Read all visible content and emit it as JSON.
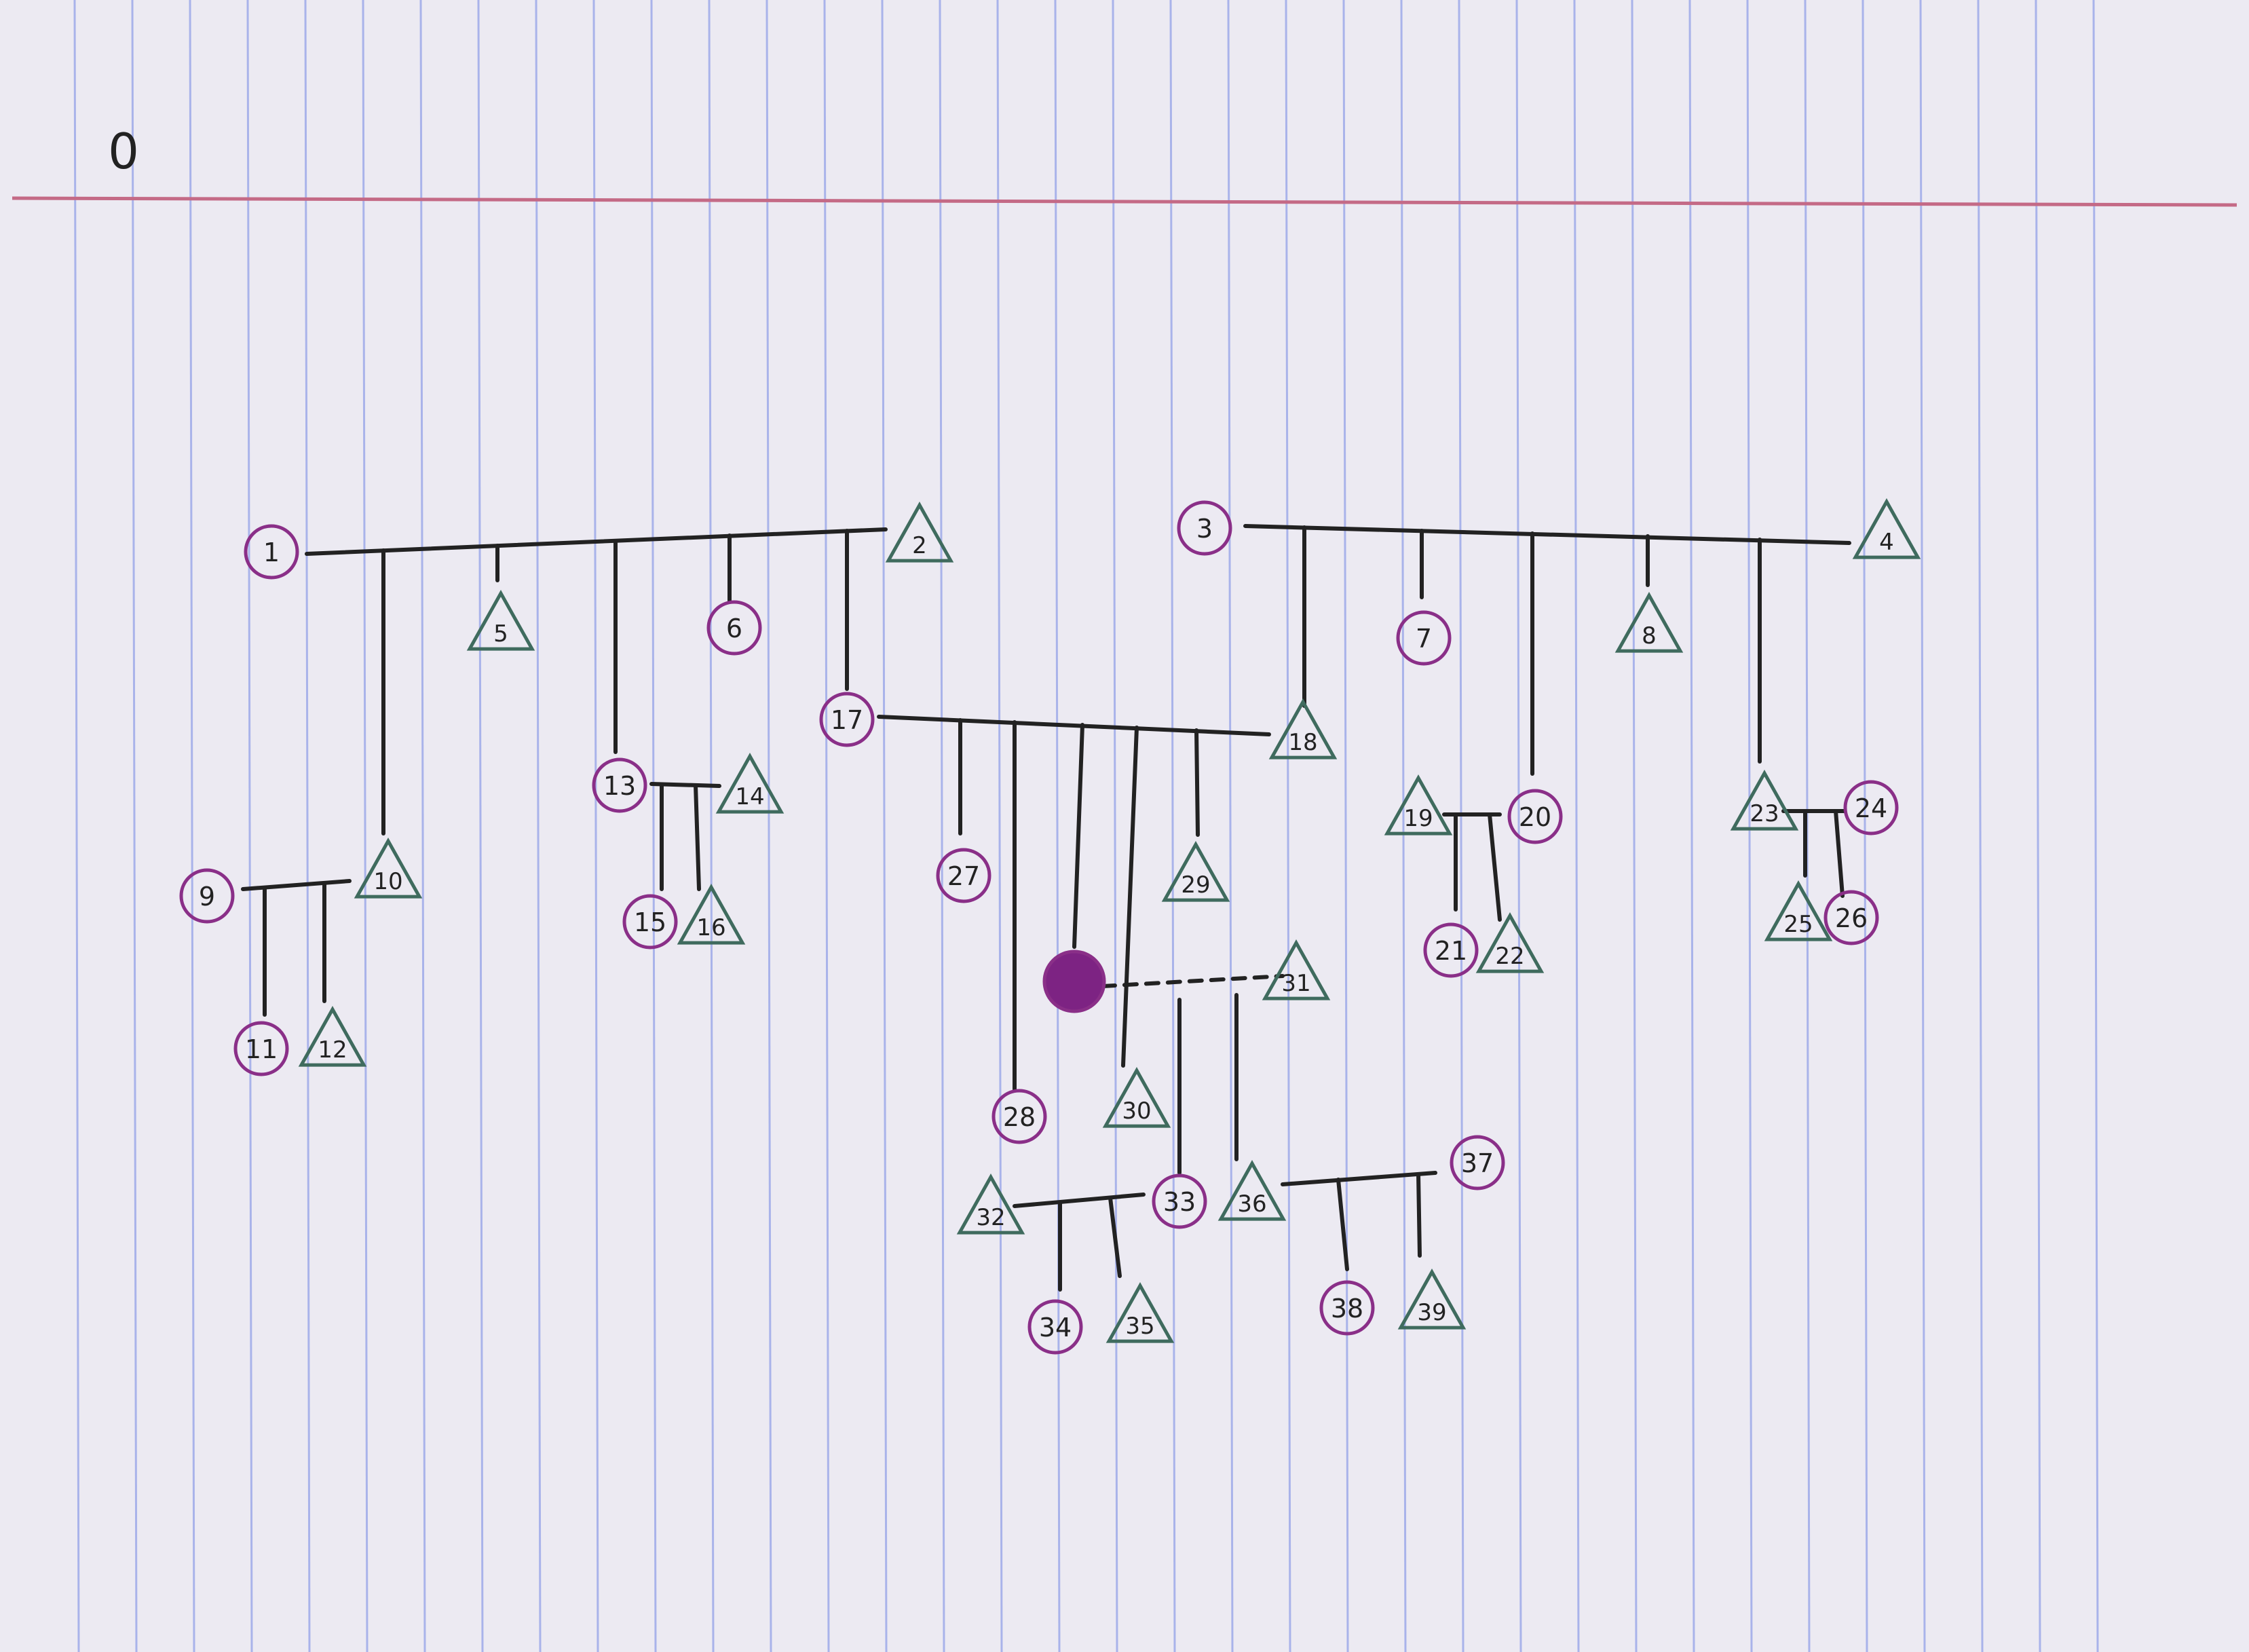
{
  "page": {
    "corner_mark": "0",
    "paper_color": "#eceaf2",
    "rule_line_color": "#a9b3ea",
    "margin_line_color": "#c46a86"
  },
  "legend_colors": {
    "female_stroke": "#8a2f88",
    "male_stroke": "#3f6b5e",
    "line_color": "#222222",
    "filled_color": "#7d2383"
  },
  "pedigree": {
    "individuals": [
      {
        "id": "1",
        "shape": "circle"
      },
      {
        "id": "2",
        "shape": "triangle"
      },
      {
        "id": "3",
        "shape": "circle"
      },
      {
        "id": "4",
        "shape": "triangle"
      },
      {
        "id": "5",
        "shape": "triangle"
      },
      {
        "id": "6",
        "shape": "circle"
      },
      {
        "id": "7",
        "shape": "circle"
      },
      {
        "id": "8",
        "shape": "triangle"
      },
      {
        "id": "9",
        "shape": "circle"
      },
      {
        "id": "10",
        "shape": "triangle"
      },
      {
        "id": "11",
        "shape": "circle"
      },
      {
        "id": "12",
        "shape": "triangle"
      },
      {
        "id": "13",
        "shape": "circle"
      },
      {
        "id": "14",
        "shape": "triangle"
      },
      {
        "id": "15",
        "shape": "circle"
      },
      {
        "id": "16",
        "shape": "triangle"
      },
      {
        "id": "17",
        "shape": "circle"
      },
      {
        "id": "18",
        "shape": "triangle"
      },
      {
        "id": "19",
        "shape": "triangle"
      },
      {
        "id": "20",
        "shape": "circle"
      },
      {
        "id": "21",
        "shape": "circle"
      },
      {
        "id": "22",
        "shape": "triangle"
      },
      {
        "id": "23",
        "shape": "triangle"
      },
      {
        "id": "24",
        "shape": "circle"
      },
      {
        "id": "25",
        "shape": "triangle"
      },
      {
        "id": "26",
        "shape": "circle"
      },
      {
        "id": "27",
        "shape": "circle"
      },
      {
        "id": "28",
        "shape": "circle"
      },
      {
        "id": "29",
        "shape": "triangle"
      },
      {
        "id": "30",
        "shape": "triangle"
      },
      {
        "id": "",
        "shape": "filled-circle"
      },
      {
        "id": "31",
        "shape": "triangle"
      },
      {
        "id": "32",
        "shape": "triangle"
      },
      {
        "id": "33",
        "shape": "circle"
      },
      {
        "id": "34",
        "shape": "circle"
      },
      {
        "id": "35",
        "shape": "triangle"
      },
      {
        "id": "36",
        "shape": "triangle"
      },
      {
        "id": "37",
        "shape": "circle"
      },
      {
        "id": "38",
        "shape": "circle"
      },
      {
        "id": "39",
        "shape": "triangle"
      }
    ]
  }
}
